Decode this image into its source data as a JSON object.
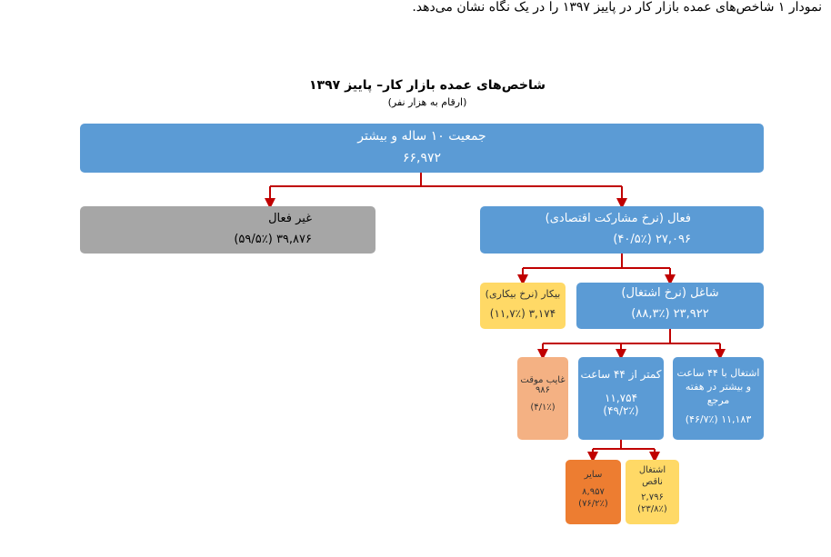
{
  "caption": "نمودار ۱ شاخص‌های عمده بازار کار در پاییز ۱۳۹۷ را در یک نگاه نشان می‌دهد.",
  "title": "شاخص‌های عمده بازار کار– پاییز ۱۳۹۷",
  "subtitle": "(ارقام به هزار نفر)",
  "nodes": {
    "population": {
      "label": "جمعیت ۱۰ ساله و بیشتر",
      "value": "۶۶,۹۷۲"
    },
    "inactive": {
      "label": "غیر فعال",
      "value": "۳۹,۸۷۶ (۵۹/۵٪)"
    },
    "active": {
      "label": "فعال (نرخ مشارکت اقتصادی)",
      "value": "۲۷,۰۹۶ (۴۰/۵٪)"
    },
    "unemployed": {
      "label": "بیکار (نرخ بیکاری)",
      "value": "۳,۱۷۴ (۱۱,۷٪)"
    },
    "employed": {
      "label": "شاغل (نرخ اشتغال)",
      "value": "۲۳,۹۲۲ (۸۸,۳٪)"
    },
    "absent": {
      "label": "غایب موقت",
      "value": "۹۸۶",
      "pct": "(۴/۱٪)"
    },
    "under44": {
      "label": "کمتر از ۴۴ ساعت",
      "value": "۱۱,۷۵۴",
      "pct": "(۴۹/۲٪)"
    },
    "over44": {
      "label1": "اشتغال با ۴۴ ساعت",
      "label2": "و بیشتر در هفته",
      "label3": "مرجع",
      "value": "۱۱,۱۸۳  (۴۶/۷٪)"
    },
    "other": {
      "label": "سایر",
      "value": "۸,۹۵۷",
      "pct": "(۷۶/۲٪)"
    },
    "underemployed": {
      "label1": "اشتغال",
      "label2": "ناقص",
      "value": "۲,۷۹۶",
      "pct": "(۲۳/۸٪)"
    }
  },
  "colors": {
    "blue": "#5b9bd5",
    "gray": "#a6a6a6",
    "yellow": "#ffd966",
    "salmon": "#f4b183",
    "orange": "#ed7d31",
    "connector": "#c00000"
  }
}
